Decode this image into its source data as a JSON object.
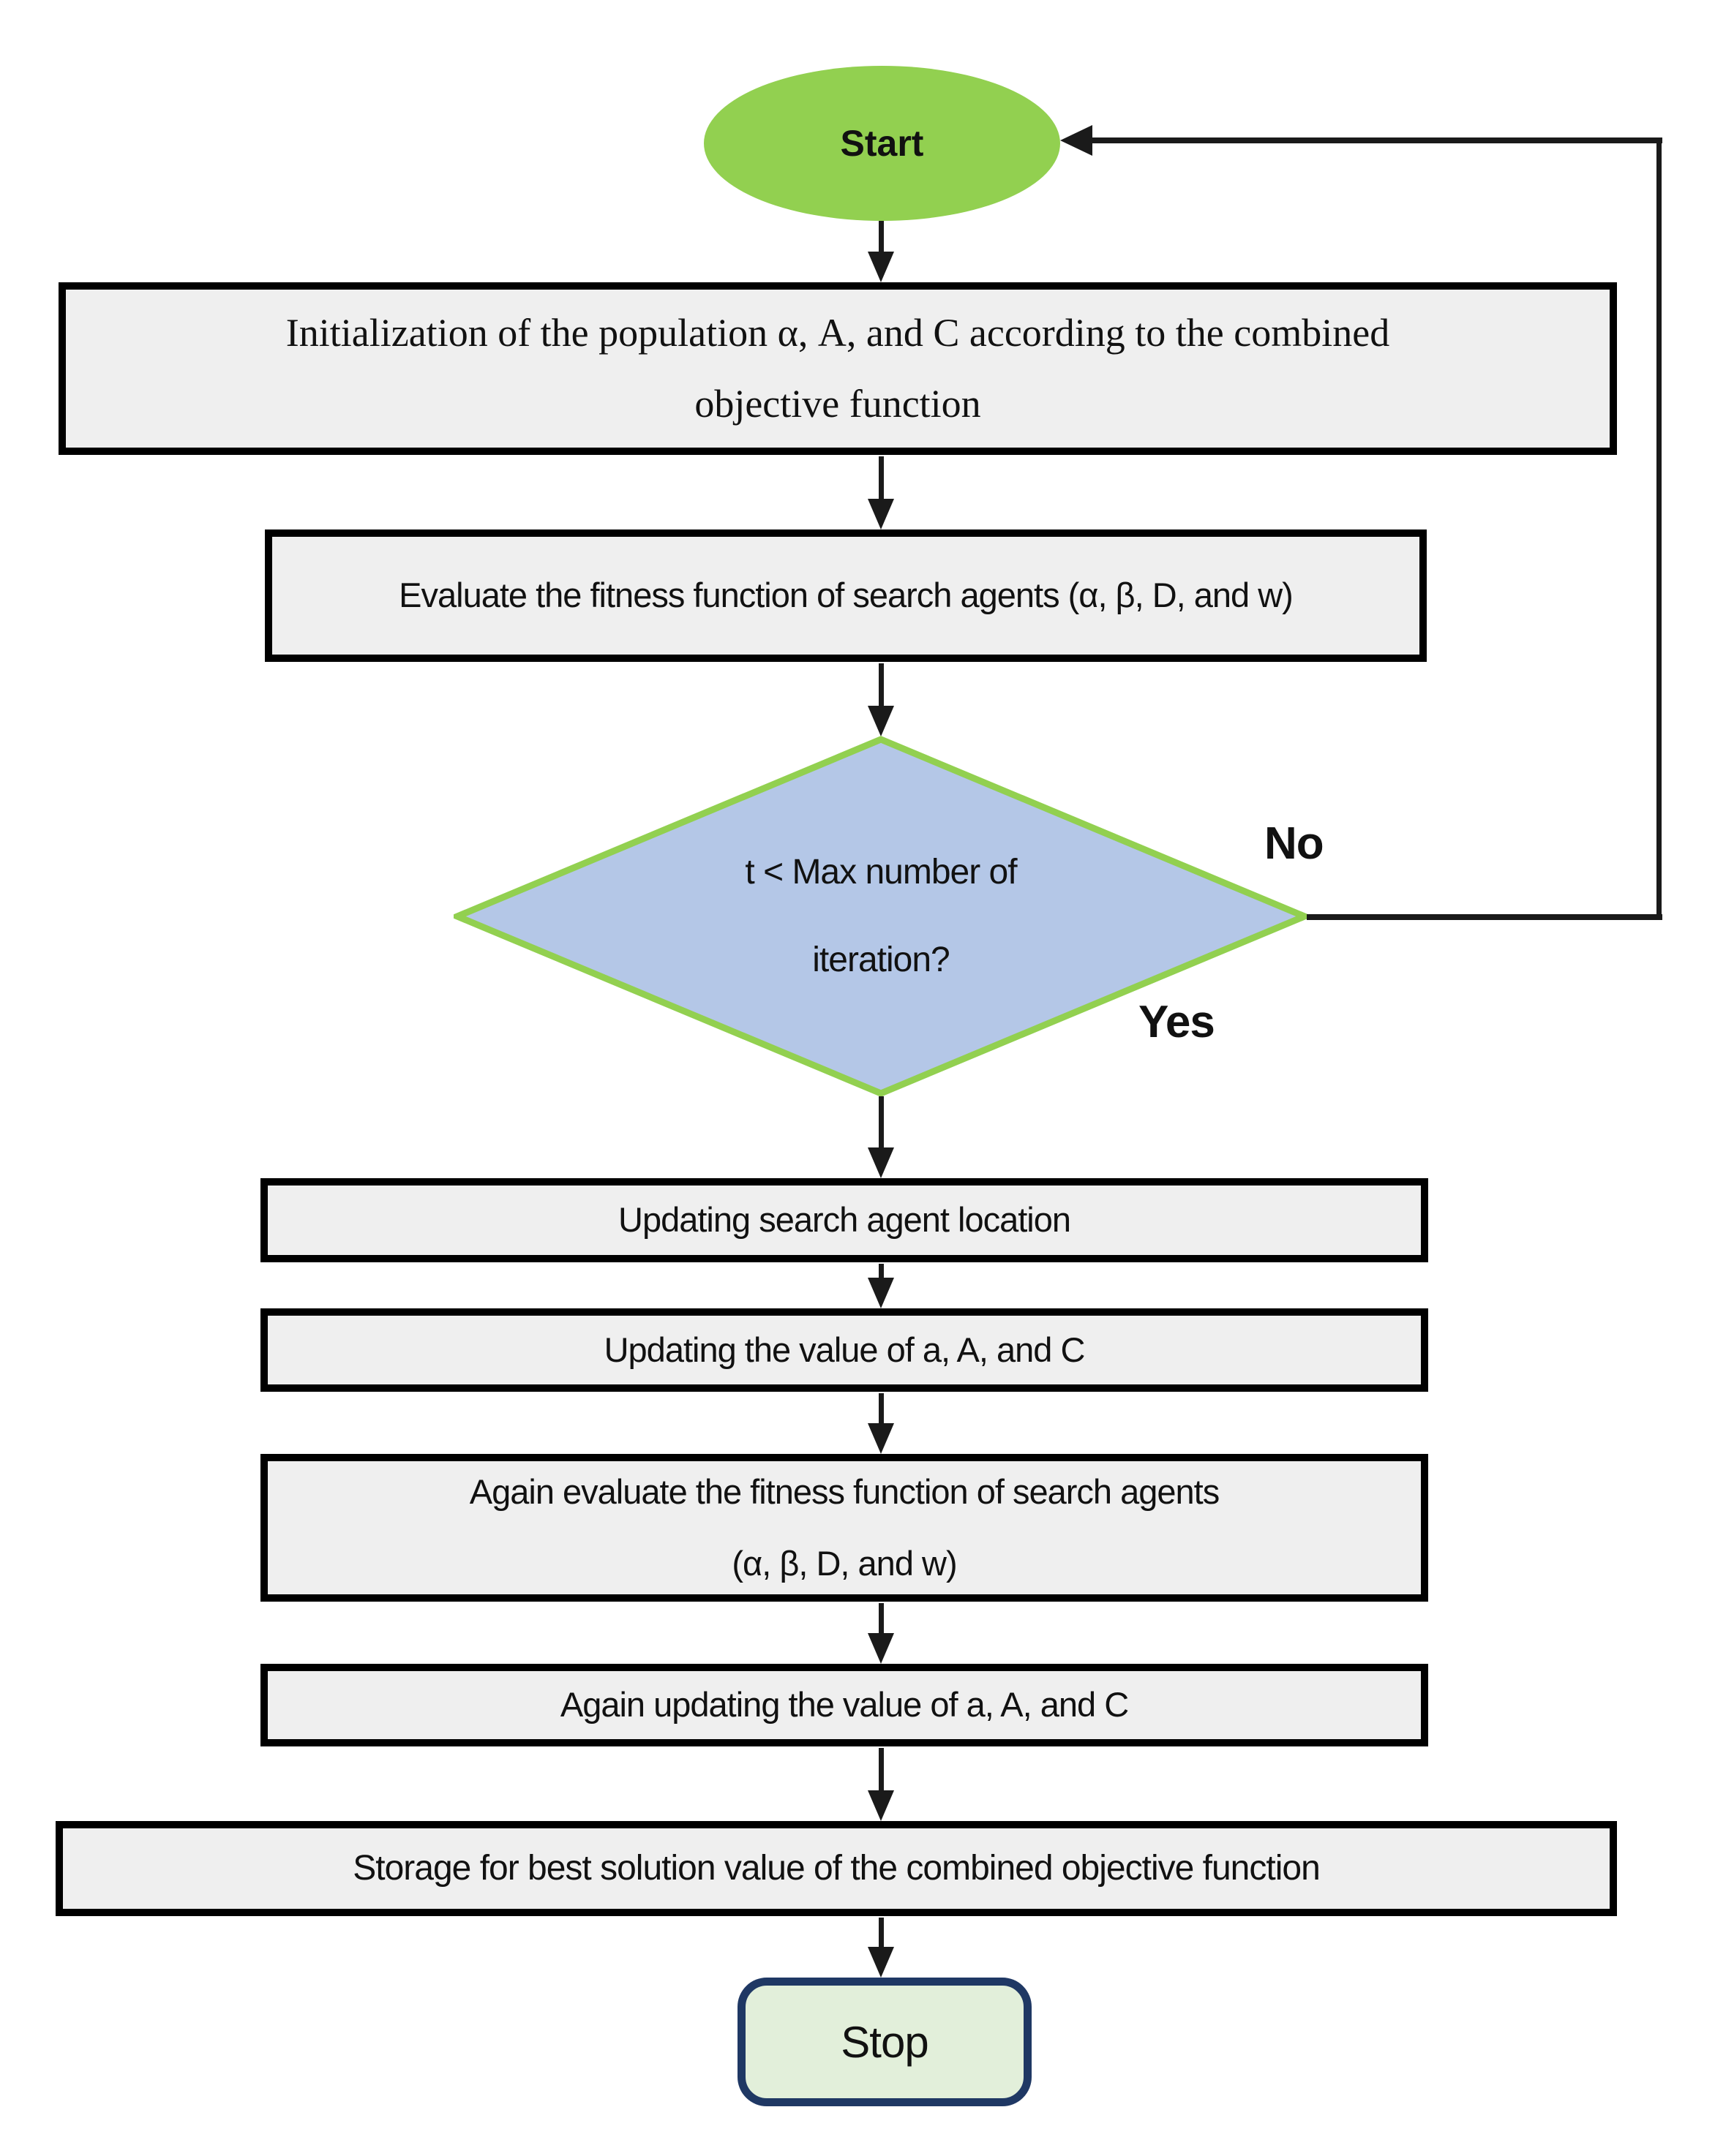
{
  "flowchart": {
    "start": {
      "label": "Start"
    },
    "process_init": {
      "line1": "Initialization of the population α, A, and C according to the combined",
      "line2": "objective function"
    },
    "process_evaluate": {
      "text": "Evaluate the fitness function of search agents (α, β, D, and w)"
    },
    "decision": {
      "line1": "t < Max number of",
      "line2": "iteration?",
      "no_label": "No",
      "yes_label": "Yes"
    },
    "process_update_location": {
      "text": "Updating search agent location"
    },
    "process_update_values": {
      "text": "Updating the value of a, A, and C"
    },
    "process_again_evaluate": {
      "line1": "Again evaluate the fitness function of search agents",
      "line2": "(α, β, D, and w)"
    },
    "process_again_update": {
      "text": "Again updating the value of a, A, and C"
    },
    "process_storage": {
      "text": "Storage for best solution value of the combined objective function"
    },
    "stop": {
      "label": "Stop"
    },
    "colors": {
      "start_fill": "#92d050",
      "process_fill": "#efefef",
      "process_border": "#000000",
      "decision_fill": "#b4c7e7",
      "decision_border": "#92d050",
      "stop_fill": "#e2efda",
      "stop_border": "#1f3864",
      "connector": "#1a1a1a"
    }
  }
}
